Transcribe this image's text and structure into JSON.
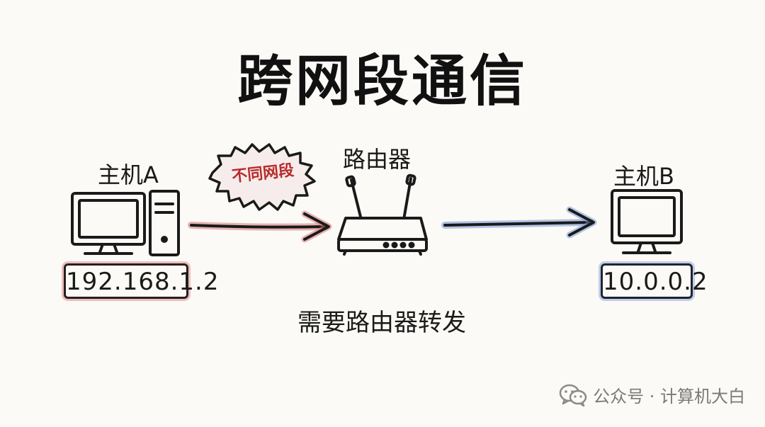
{
  "title": "跨网段通信",
  "host_a": {
    "label": "主机A",
    "ip": "192.168.1.2"
  },
  "router": {
    "label": "路由器"
  },
  "host_b": {
    "label": "主机B",
    "ip": "10.0.0.2"
  },
  "badge": {
    "text": "不同网段"
  },
  "caption": "需要路由器转发",
  "watermark": {
    "text": "公众号 · 计算机大白",
    "icon": "wechat-icon"
  },
  "colors": {
    "host_a_accent": "#d67878",
    "host_b_accent": "#7896d6",
    "badge_text": "#b92a2a",
    "ink": "#1a1a1a"
  }
}
